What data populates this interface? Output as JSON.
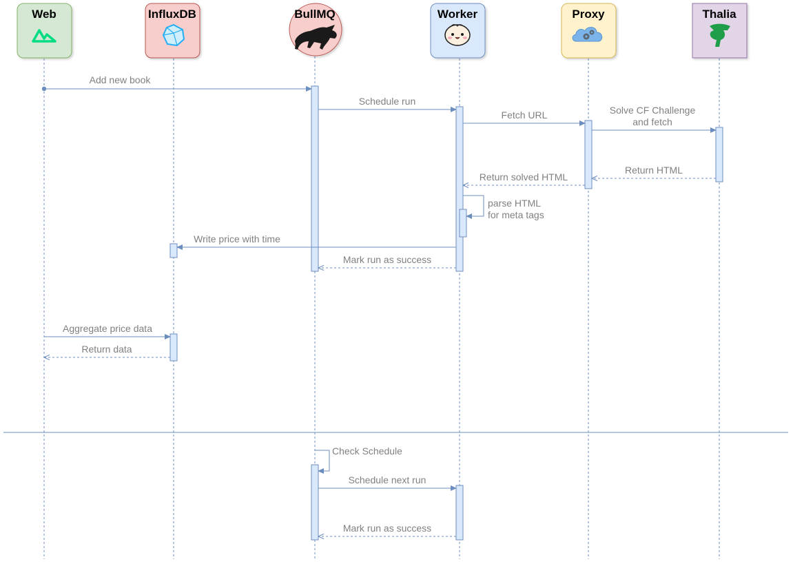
{
  "participants": [
    {
      "id": "web",
      "name": "Web",
      "icon": "nuxt-logo-icon",
      "fill": "#d5e8d4",
      "stroke": "#82b366"
    },
    {
      "id": "influxdb",
      "name": "InfluxDB",
      "icon": "influxdb-logo-icon",
      "fill": "#f8cecc",
      "stroke": "#b85450"
    },
    {
      "id": "bullmq",
      "name": "BullMQ",
      "icon": "bull-icon",
      "fill": "#f8cecc",
      "stroke": "#b85450",
      "shape": "circle"
    },
    {
      "id": "worker",
      "name": "Worker",
      "icon": "bun-mascot-icon",
      "fill": "#dae8fc",
      "stroke": "#6c8ebf"
    },
    {
      "id": "proxy",
      "name": "Proxy",
      "icon": "cloud-gears-icon",
      "fill": "#fff2cc",
      "stroke": "#d6b656"
    },
    {
      "id": "thalia",
      "name": "Thalia",
      "icon": "thalia-logo-icon",
      "fill": "#e1d5e7",
      "stroke": "#9673a6"
    }
  ],
  "messages": [
    {
      "from": "web",
      "to": "bullmq",
      "text": [
        "Add new book"
      ],
      "style": "solid"
    },
    {
      "from": "bullmq",
      "to": "worker",
      "text": [
        "Schedule run"
      ],
      "style": "solid"
    },
    {
      "from": "worker",
      "to": "proxy",
      "text": [
        "Fetch URL"
      ],
      "style": "solid"
    },
    {
      "from": "proxy",
      "to": "thalia",
      "text": [
        "Solve CF Challenge",
        "and fetch"
      ],
      "style": "solid"
    },
    {
      "from": "thalia",
      "to": "proxy",
      "text": [
        "Return HTML"
      ],
      "style": "dashed"
    },
    {
      "from": "proxy",
      "to": "worker",
      "text": [
        "Return solved HTML"
      ],
      "style": "dashed"
    },
    {
      "from": "worker",
      "to": "worker",
      "text": [
        "parse HTML",
        "for meta tags"
      ],
      "style": "self"
    },
    {
      "from": "worker",
      "to": "influxdb",
      "text": [
        "Write price with time"
      ],
      "style": "solid"
    },
    {
      "from": "worker",
      "to": "bullmq",
      "text": [
        "Mark run as success"
      ],
      "style": "dashed"
    },
    {
      "from": "web",
      "to": "influxdb",
      "text": [
        "Aggregate price data"
      ],
      "style": "solid"
    },
    {
      "from": "influxdb",
      "to": "web",
      "text": [
        "Return data"
      ],
      "style": "dashed"
    },
    {
      "from": "bullmq",
      "to": "bullmq",
      "text": [
        "Check Schedule"
      ],
      "style": "self"
    },
    {
      "from": "bullmq",
      "to": "worker",
      "text": [
        "Schedule next run"
      ],
      "style": "solid"
    },
    {
      "from": "worker",
      "to": "bullmq",
      "text": [
        "Mark run as success"
      ],
      "style": "dashed"
    }
  ],
  "colors": {
    "line": "#6c8ebf",
    "activation": "#dae8fc",
    "label": "#808080"
  }
}
